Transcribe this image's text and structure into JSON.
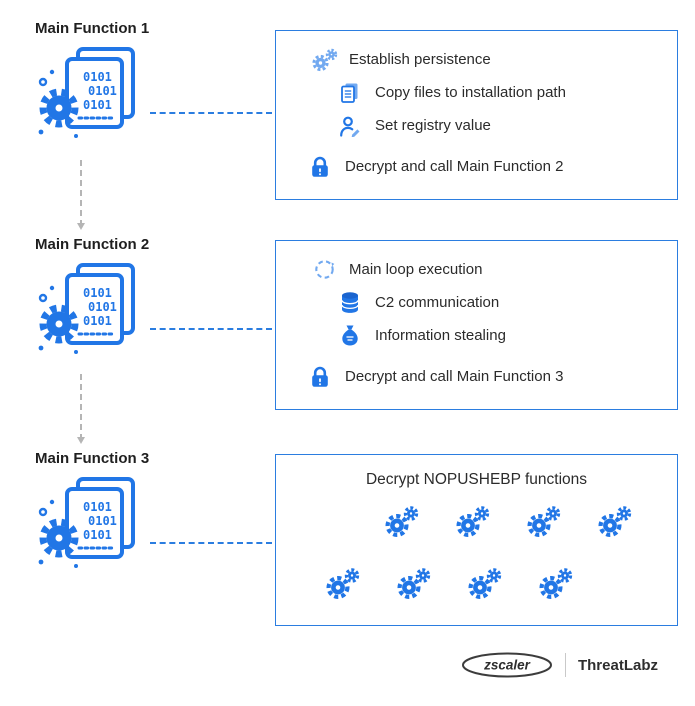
{
  "colors": {
    "accent": "#2176e6",
    "accent_light": "#72a9f0",
    "accent_dark": "#1a64cf",
    "box_border": "#2b7de0",
    "text": "#1f1f1f",
    "arrow_gray": "#b5b5b5",
    "logo_gray": "#333333"
  },
  "icon": {
    "name": "code-files-icon",
    "lines": [
      "0101",
      "0101",
      "0101"
    ]
  },
  "flow": [
    {
      "label": "Main Function 1",
      "box": {
        "rows": [
          {
            "icon": "persistence-gears-icon",
            "label": "Establish persistence",
            "indent": false
          },
          {
            "icon": "copy-files-icon",
            "label": "Copy files to installation path",
            "indent": true
          },
          {
            "icon": "registry-pen-icon",
            "label": "Set registry value",
            "indent": true
          },
          {
            "icon": "lock-icon",
            "label": "Decrypt and call Main Function 2",
            "indent": false
          }
        ]
      }
    },
    {
      "label": "Main Function 2",
      "box": {
        "rows": [
          {
            "icon": "loop-icon",
            "label": "Main loop execution",
            "indent": false
          },
          {
            "icon": "database-icon",
            "label": "C2 communication",
            "indent": true
          },
          {
            "icon": "money-bag-icon",
            "label": "Information stealing",
            "indent": true
          },
          {
            "icon": "lock-icon",
            "label": "Decrypt and call Main Function 3",
            "indent": false
          }
        ]
      }
    },
    {
      "label": "Main Function 3",
      "box": {
        "title": "Decrypt NOPUSHEBP functions",
        "gear_rows": [
          4,
          4
        ]
      }
    }
  ],
  "footer": {
    "brand": "zscaler",
    "product": "ThreatLabz"
  }
}
